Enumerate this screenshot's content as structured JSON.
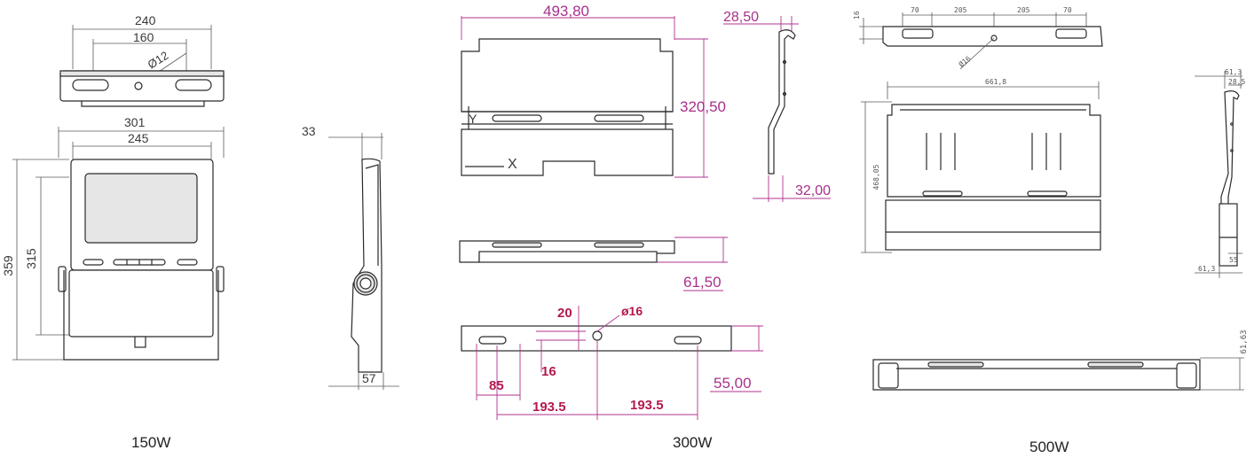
{
  "models": [
    {
      "label": "150W",
      "dims": {
        "width_top": "240",
        "inner_top": "160",
        "hole": "Ø12",
        "width": "301",
        "inner_width": "245",
        "height": "359",
        "inner_height": "315",
        "side_depth": "33",
        "side_bottom": "57"
      }
    },
    {
      "label": "300W",
      "dims": {
        "width": "493,80",
        "height": "320,50",
        "side_top": "28,50",
        "side_bottom": "32,00",
        "profile_height": "61,50",
        "bracket_height": "55,00",
        "hole": "ø16",
        "off20": "20",
        "off16": "16",
        "off85": "85",
        "span1": "193.5",
        "span2": "193.5",
        "axis_x": "X",
        "axis_y": "Y"
      }
    },
    {
      "label": "500W",
      "dims": {
        "top_16": "16",
        "top_70a": "70",
        "top_205a": "205",
        "top_205b": "205",
        "top_70b": "70",
        "hole": "Ø16",
        "width": "661,8",
        "height": "468,05",
        "side_61": "61,3",
        "side_28": "28,5",
        "side_55": "55",
        "side_bottom": "61,3",
        "profile_height": "61,63"
      }
    }
  ]
}
